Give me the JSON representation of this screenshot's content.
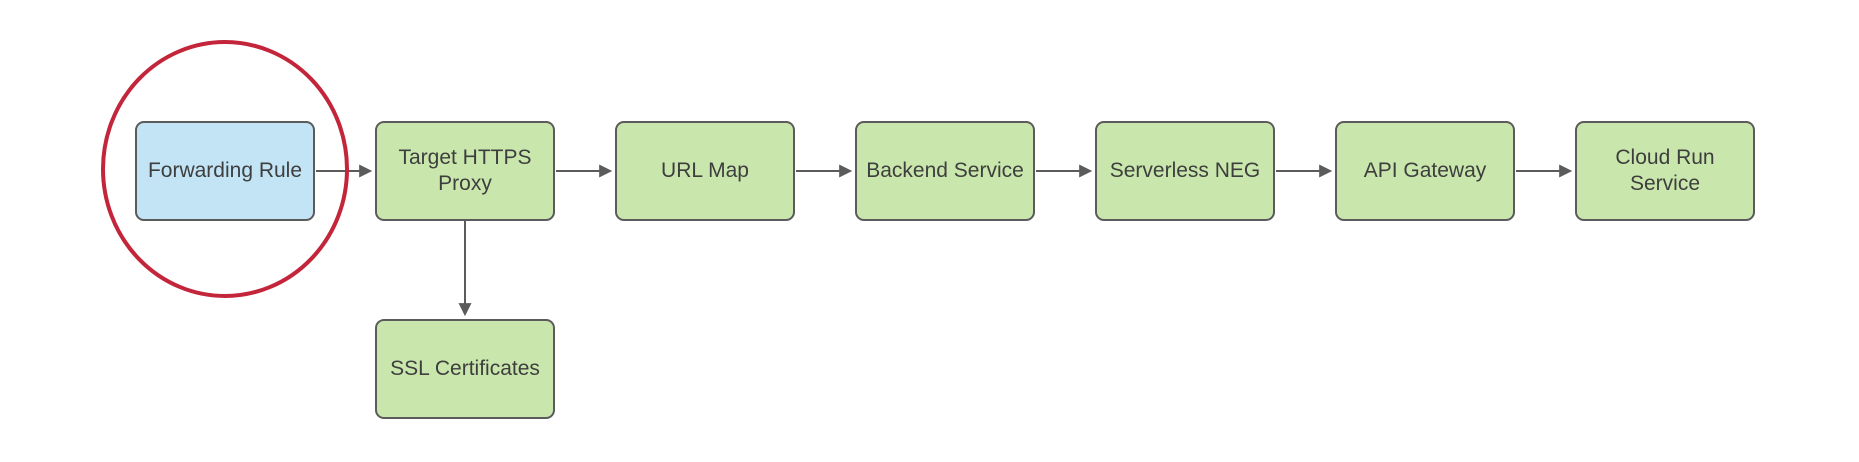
{
  "diagram": {
    "nodes": [
      {
        "id": "forwarding-rule",
        "label": "Forwarding Rule",
        "fill": "blue",
        "highlighted": true
      },
      {
        "id": "target-https-proxy",
        "label": "Target HTTPS Proxy",
        "fill": "green",
        "highlighted": false
      },
      {
        "id": "url-map",
        "label": "URL Map",
        "fill": "green",
        "highlighted": false
      },
      {
        "id": "backend-service",
        "label": "Backend Service",
        "fill": "green",
        "highlighted": false
      },
      {
        "id": "serverless-neg",
        "label": "Serverless NEG",
        "fill": "green",
        "highlighted": false
      },
      {
        "id": "api-gateway",
        "label": "API Gateway",
        "fill": "green",
        "highlighted": false
      },
      {
        "id": "cloud-run-service",
        "label": "Cloud Run Service",
        "fill": "green",
        "highlighted": false
      },
      {
        "id": "ssl-certificates",
        "label": "SSL Certificates",
        "fill": "green",
        "highlighted": false
      }
    ],
    "edges": [
      {
        "from": "forwarding-rule",
        "to": "target-https-proxy",
        "direction": "right"
      },
      {
        "from": "target-https-proxy",
        "to": "url-map",
        "direction": "right"
      },
      {
        "from": "url-map",
        "to": "backend-service",
        "direction": "right"
      },
      {
        "from": "backend-service",
        "to": "serverless-neg",
        "direction": "right"
      },
      {
        "from": "serverless-neg",
        "to": "api-gateway",
        "direction": "right"
      },
      {
        "from": "api-gateway",
        "to": "cloud-run-service",
        "direction": "right"
      },
      {
        "from": "target-https-proxy",
        "to": "ssl-certificates",
        "direction": "down"
      }
    ],
    "annotations": [
      {
        "type": "ellipse",
        "around": "forwarding-rule",
        "purpose": "highlight"
      }
    ],
    "colors": {
      "node_fill_green": "#c9e7ac",
      "node_fill_blue": "#c2e4f5",
      "node_border": "#5b5b5b",
      "arrow": "#5b5b5b",
      "highlight_circle": "#c3253a",
      "text": "#3e3e3e",
      "canvas_bg": "#ffffff"
    }
  }
}
